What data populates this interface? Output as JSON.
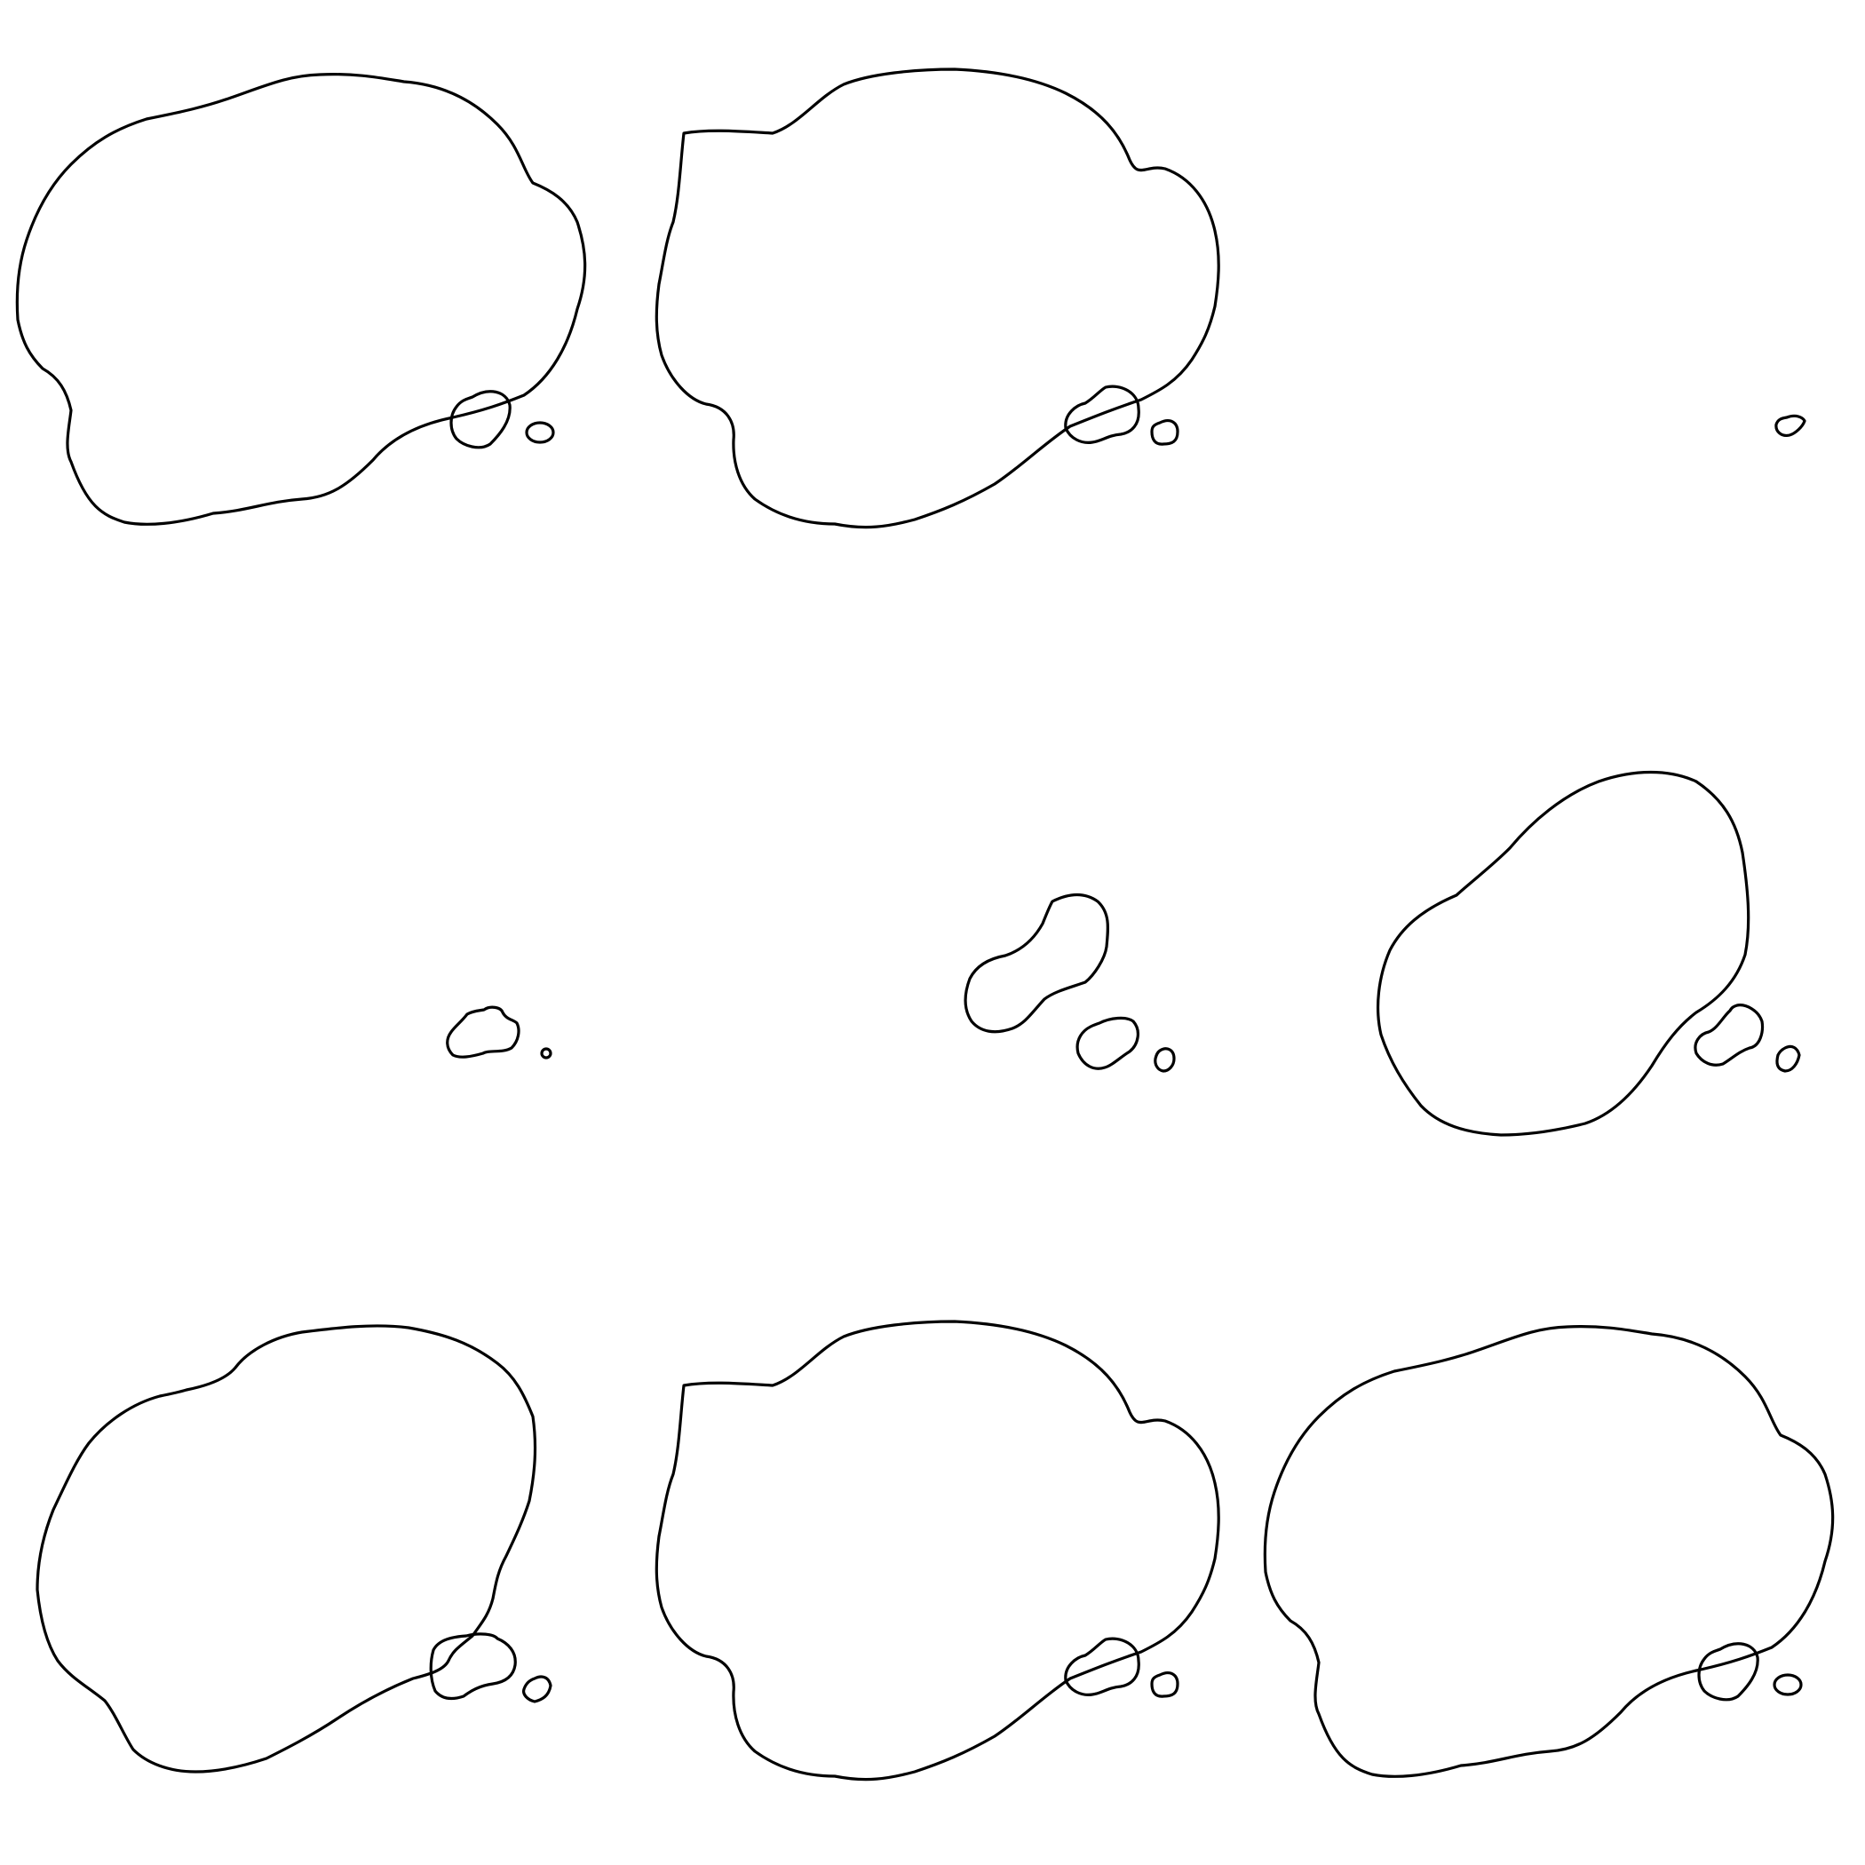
{
  "sheet": {
    "background": "#ffffff",
    "stroke_color": "#000000",
    "items": [
      {
        "name": "thought-bubble-1"
      },
      {
        "name": "thought-bubble-2"
      },
      {
        "name": "thought-bubble-3"
      },
      {
        "name": "thought-bubble-4"
      },
      {
        "name": "thought-bubble-5"
      },
      {
        "name": "thought-bubble-6"
      },
      {
        "name": "thought-bubble-7"
      },
      {
        "name": "thought-bubble-8"
      },
      {
        "name": "thought-bubble-9"
      }
    ]
  }
}
